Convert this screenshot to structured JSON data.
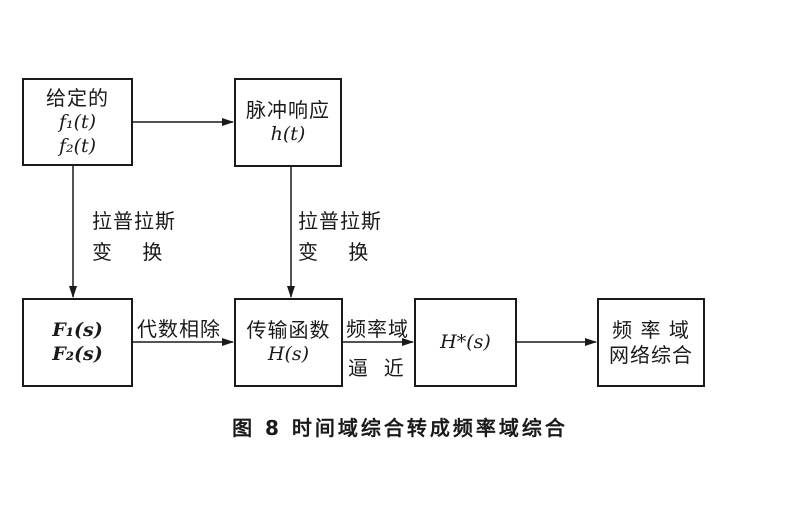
{
  "boxes": {
    "given": {
      "title": "给定的",
      "line1": "f₁(t)",
      "line2": "f₂(t)"
    },
    "impulse": {
      "title": "脉冲响应",
      "line1": "h(t)"
    },
    "fs": {
      "line1": "F₁(s)",
      "line2": "F₂(s)"
    },
    "transfer": {
      "title": "传输函数",
      "line1": "H(s)"
    },
    "hstar": {
      "line1": "H*(s)"
    },
    "synthesis": {
      "line1": "频 率 域",
      "line2": "网络综合"
    }
  },
  "labels": {
    "laplace_left_1": "拉普拉斯",
    "laplace_left_2": "变    换",
    "laplace_right_1": "拉普拉斯",
    "laplace_right_2": "变    换",
    "divide": "代数相除",
    "freq_domain": "频率域",
    "approx": "逼  近"
  },
  "caption": "图 8   时间域综合转成频率域综合"
}
